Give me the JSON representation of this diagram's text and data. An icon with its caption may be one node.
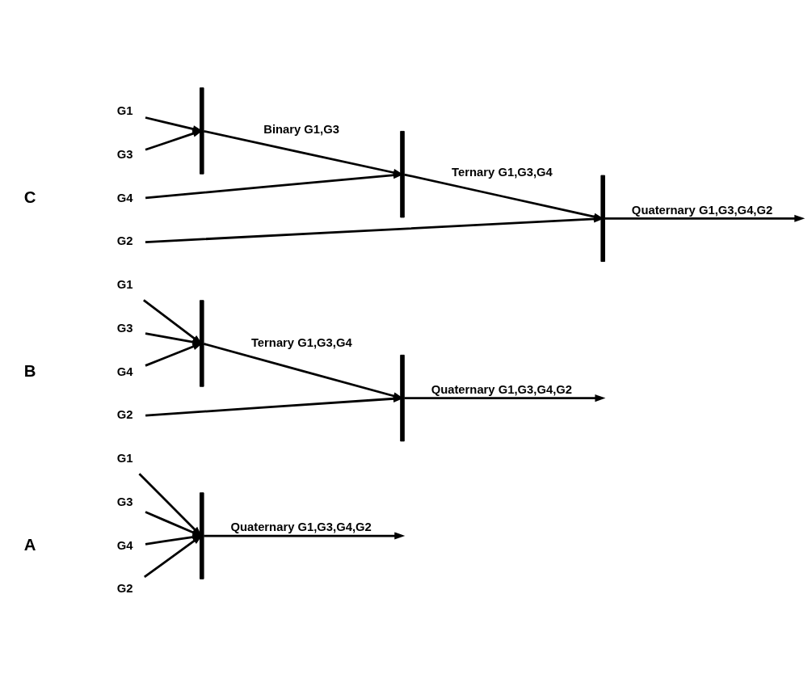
{
  "diagram": {
    "nodes": [
      {
        "text": [
          "G1"
        ]
      },
      {
        "text": [
          "G3"
        ]
      },
      {
        "text": [
          "G4"
        ]
      },
      {
        "text": [
          "G2"
        ]
      },
      {
        "text": [],
        "shape": "bar"
      },
      {
        "text": [
          "G1"
        ]
      },
      {
        "text": [
          "G3"
        ]
      },
      {
        "text": [
          "G4"
        ]
      },
      {
        "text": [
          "G2"
        ]
      },
      {
        "text": [],
        "shape": "bar"
      },
      {
        "text": [],
        "shape": "bar"
      },
      {
        "text": [
          "G1"
        ]
      },
      {
        "text": [
          "G3"
        ]
      },
      {
        "text": [
          "G4"
        ]
      },
      {
        "text": [
          "G2"
        ]
      },
      {
        "text": [],
        "shape": "bar"
      },
      {
        "text": [],
        "shape": "bar"
      },
      {
        "text": [],
        "shape": "bar"
      }
    ],
    "edges": [
      {
        "from": 0,
        "to": 4,
        "arrow": "to"
      },
      {
        "from": 1,
        "to": 4,
        "arrow": "to"
      },
      {
        "from": 2,
        "to": 4,
        "arrow": "to"
      },
      {
        "from": 3,
        "to": 4,
        "arrow": "to"
      },
      {
        "from": 4,
        "to": null,
        "arrow": "to",
        "label": "Quaternary G1,G3,G4,G2"
      },
      {
        "from": 5,
        "to": 9,
        "arrow": "to"
      },
      {
        "from": 6,
        "to": 9,
        "arrow": "to"
      },
      {
        "from": 7,
        "to": 9,
        "arrow": "to"
      },
      {
        "from": 9,
        "to": 10,
        "arrow": "to",
        "label": "Ternary G1,G3,G4"
      },
      {
        "from": 8,
        "to": 10,
        "arrow": "to"
      },
      {
        "from": 10,
        "to": null,
        "arrow": "to",
        "label": "Quaternary G1,G3,G4,G2"
      },
      {
        "from": 11,
        "to": 15,
        "arrow": "to"
      },
      {
        "from": 12,
        "to": 15,
        "arrow": "to"
      },
      {
        "from": 15,
        "to": 16,
        "arrow": "to",
        "label": "Binary G1,G3"
      },
      {
        "from": 13,
        "to": 16,
        "arrow": "to"
      },
      {
        "from": 16,
        "to": 17,
        "arrow": "to",
        "label": "Ternary G1,G3,G4"
      },
      {
        "from": 14,
        "to": 17,
        "arrow": "to"
      },
      {
        "from": 17,
        "to": null,
        "arrow": "to",
        "label": "Quaternary G1,G3,G4,G2"
      }
    ],
    "labels": [
      "A",
      "B",
      "C"
    ]
  }
}
